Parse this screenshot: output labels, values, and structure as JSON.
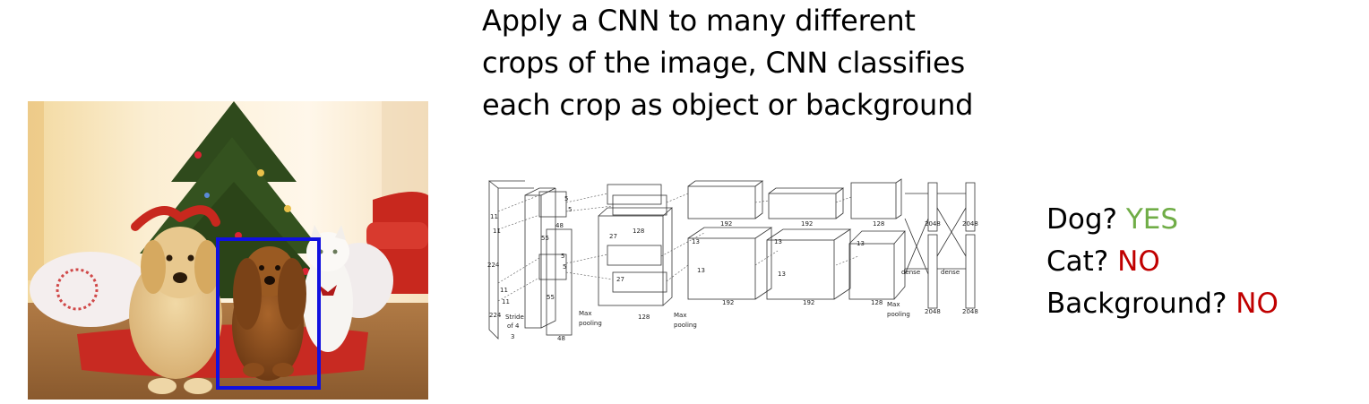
{
  "caption": {
    "line1": "Apply a CNN to many different",
    "line2": "crops of the image, CNN classifies",
    "line3": "each crop as object or background"
  },
  "colors": {
    "crop_box": "#1010e0",
    "yes": "#70ad47",
    "no": "#c00000"
  },
  "network": {
    "stride": "Stride",
    "of4": "of 4",
    "maxpool1": "Max",
    "pooling1": "pooling",
    "maxpool2": "Max",
    "pooling2": "pooling",
    "maxpool3": "Max",
    "pooling3": "pooling",
    "dense1": "dense",
    "dense2": "dense",
    "n224a": "224",
    "n224b": "224",
    "n11a": "11",
    "n11b": "11",
    "n11c": "11",
    "n11d": "11",
    "n3": "3",
    "n5a": "5",
    "n5b": "5",
    "n5c": "5",
    "n5d": "5",
    "n48a": "48",
    "n48b": "48",
    "n55a": "55",
    "n55b": "55",
    "n27a": "27",
    "n27b": "27",
    "n128a": "128",
    "n128b": "128",
    "n128c": "128",
    "n128d": "128",
    "n192a": "192",
    "n192b": "192",
    "n192c": "192",
    "n192d": "192",
    "n13a": "13",
    "n13b": "13",
    "n13c": "13",
    "n13d": "13",
    "n13e": "13",
    "n2048a": "2048",
    "n2048b": "2048",
    "n2048c": "2048",
    "n2048d": "2048"
  },
  "results": [
    {
      "question": "Dog?",
      "answer": "YES"
    },
    {
      "question": "Cat?",
      "answer": "NO"
    },
    {
      "question": "Background?",
      "answer": "NO"
    }
  ]
}
